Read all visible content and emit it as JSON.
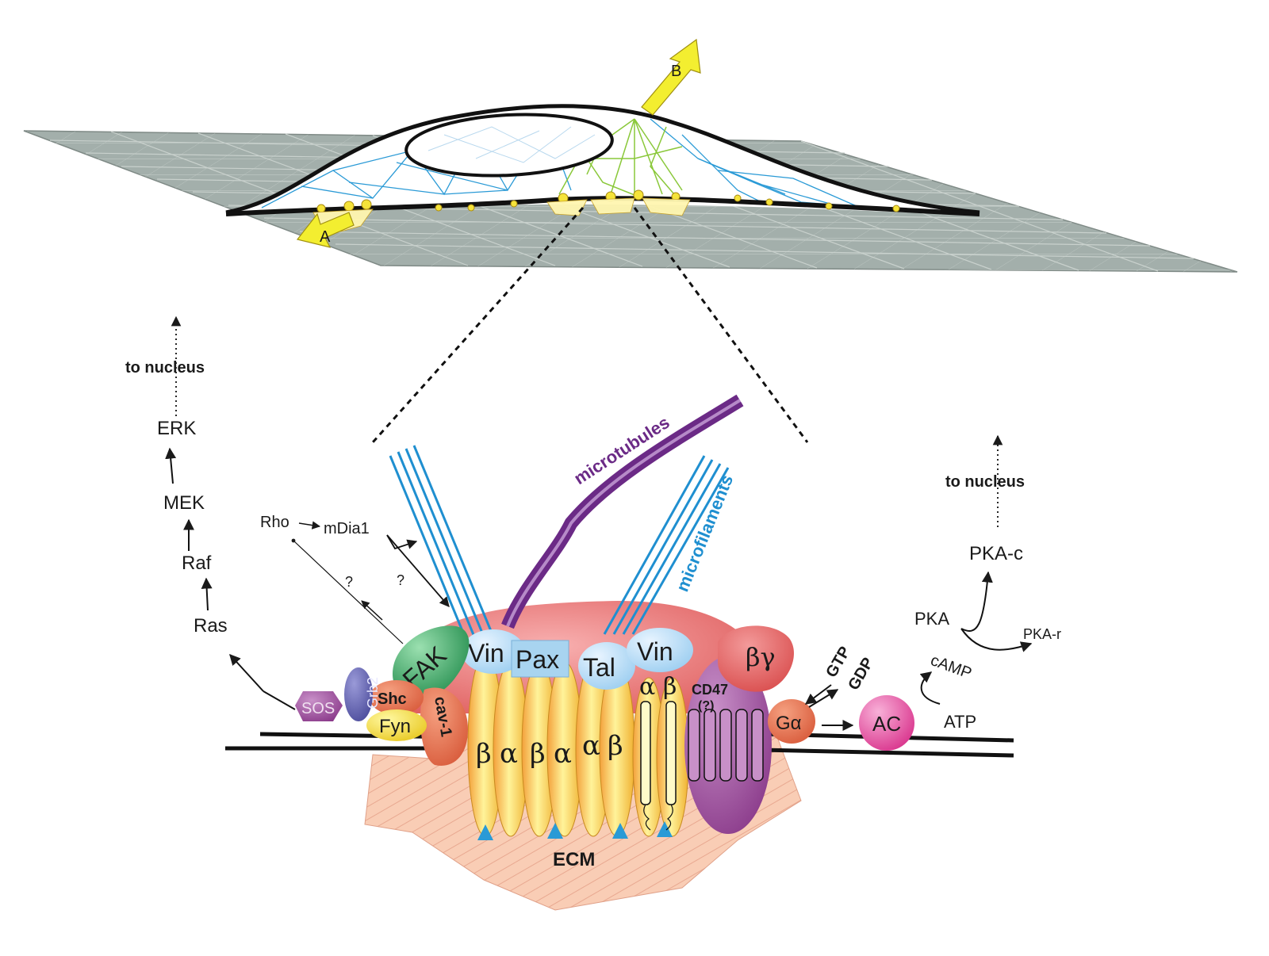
{
  "cell": {
    "arrow_a": "A",
    "arrow_b": "B"
  },
  "cytoskeleton": {
    "microtubules": "microtubules",
    "microfilaments": "microfilaments"
  },
  "erk_pathway": {
    "to_nucleus": "to nucleus",
    "erk": "ERK",
    "mek": "MEK",
    "raf": "Raf",
    "ras": "Ras"
  },
  "rho_pathway": {
    "rho": "Rho",
    "mdia1": "mDia1",
    "unknown_1": "?",
    "unknown_2": "?"
  },
  "proteins": {
    "sos": "SOS",
    "grb2": "Grb2",
    "shc": "Shc",
    "fyn": "Fyn",
    "fak": "FAK",
    "cav1": "cav-1",
    "vin_left": "Vin",
    "pax": "Pax",
    "tal": "Tal",
    "vin_right": "Vin",
    "cd47": "CD47",
    "cd47_q": "(?)",
    "beta_gamma": "βγ",
    "g_alpha": "Gα",
    "gtp": "GTP",
    "gdp": "GDP",
    "ac": "AC",
    "ecm": "ECM"
  },
  "integrins": [
    "β",
    "α",
    "β",
    "α",
    "α",
    "β",
    "α",
    "β"
  ],
  "pka_pathway": {
    "to_nucleus": "to nucleus",
    "pka_c": "PKA-c",
    "pka": "PKA",
    "pka_r": "PKA-r",
    "camp": "cAMP",
    "atp": "ATP"
  },
  "colors": {
    "substrate": "#9aa8a4",
    "yellow_arrow": "#f2ef3a",
    "microtubule": "#6b2a86",
    "microfilament": "#1f8fd0",
    "fak": "#2e9a5a",
    "ecm": "#f8c9b0",
    "ac": "#e0509a"
  }
}
